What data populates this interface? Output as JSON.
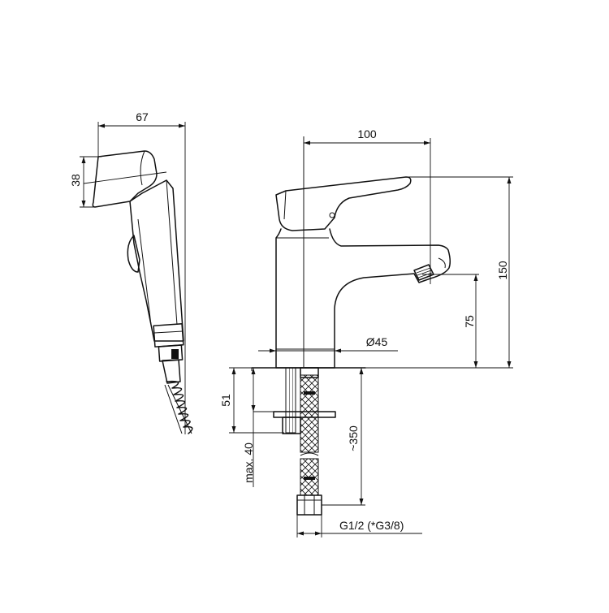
{
  "title": "",
  "dimensions": {
    "shower_head_width": "67",
    "shower_head_height": "38",
    "faucet_reach": "100",
    "faucet_height": "150",
    "spout_height": "75",
    "body_diameter": "Ø45",
    "mounting_depth": "51",
    "max_deck_thickness": "max. 40",
    "hose_length": "~350",
    "connection_thread": "G1/2 (*G3/8)"
  },
  "colors": {
    "line": "#111111",
    "background": "#ffffff"
  }
}
